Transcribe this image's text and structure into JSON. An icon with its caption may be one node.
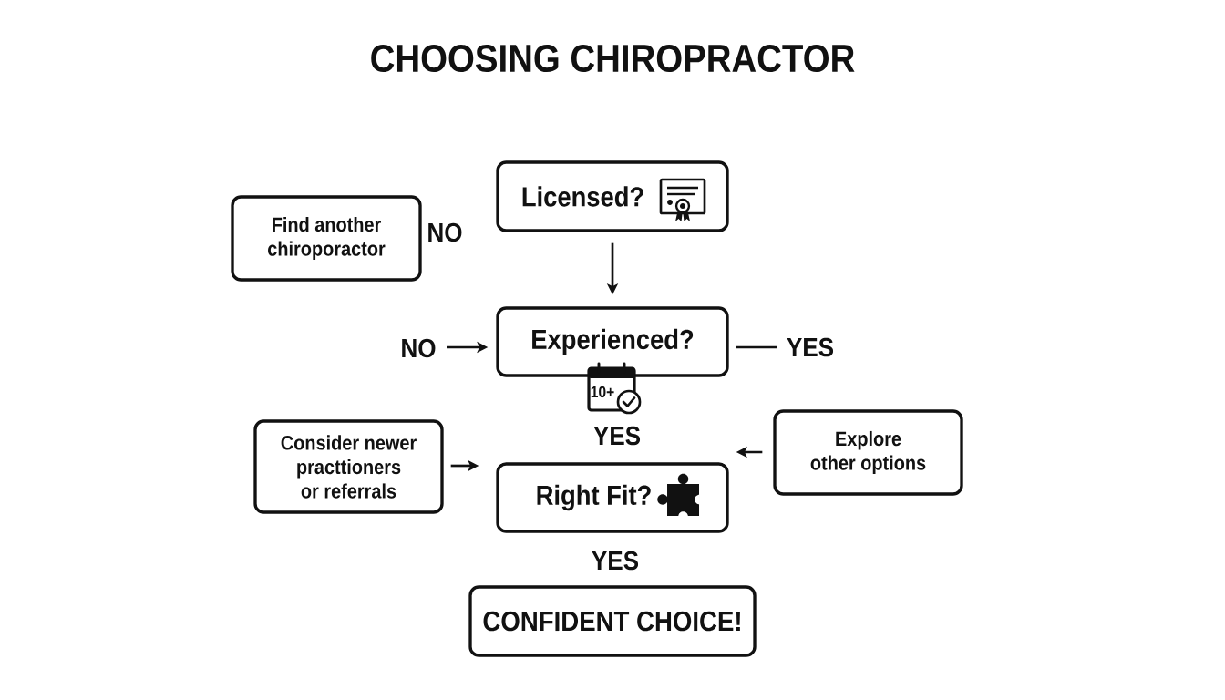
{
  "diagram": {
    "title": "CHOOSING CHIROPRACTOR",
    "nodes": [
      {
        "text": [
          "Licensed?"
        ]
      },
      {
        "text": [
          "Find another chiroporactor"
        ]
      },
      {
        "text": [
          "Experienced?"
        ]
      },
      {
        "text": [
          "Consider newer practtioners or referrals"
        ]
      },
      {
        "text": [
          "Right Fit?"
        ]
      },
      {
        "text": [
          "Explore other options"
        ]
      },
      {
        "text": [
          "CONFIDENT CHOICE!"
        ]
      }
    ],
    "edges": [
      {
        "from": 0,
        "to": 2,
        "arrow": "to"
      },
      {
        "from": null,
        "to": 2,
        "arrow": "to",
        "label": "NO"
      },
      {
        "from": 2,
        "to": null,
        "arrow": "none",
        "label": "YES"
      },
      {
        "from": 3,
        "to": 4,
        "arrow": "to"
      },
      {
        "from": 5,
        "to": 4,
        "arrow": "to"
      }
    ],
    "labels": [
      "NO",
      "10+",
      "YES",
      "YES"
    ]
  }
}
